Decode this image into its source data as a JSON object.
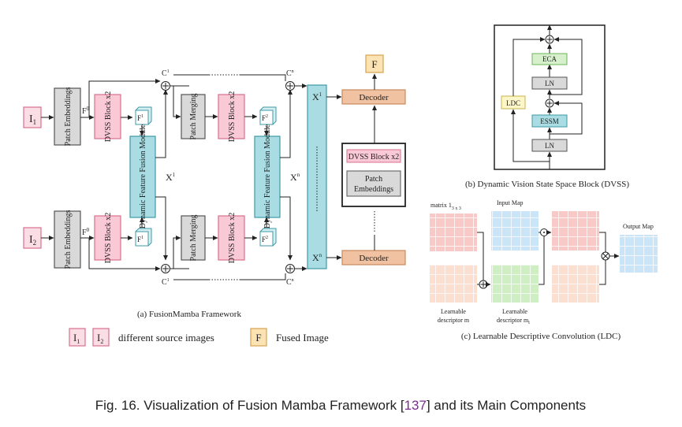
{
  "figure_caption": {
    "prefix": "Fig. 16.  Visualization of Fusion Mamba Framework [",
    "ref": "137",
    "suffix": "] and its Main Components",
    "ref_color": "#7b2d8e"
  },
  "panel_a": {
    "caption": "(a) FusionMamba Framework",
    "input1": {
      "main": "I",
      "sub": "1"
    },
    "input2": {
      "main": "I",
      "sub": "2"
    },
    "patch_embeddings": "Patch Embeddings",
    "f1_0": {
      "main": "F",
      "sup": "0",
      "sub": "1"
    },
    "f2_0": {
      "main": "F",
      "sup": "0",
      "sub": "2"
    },
    "dvss_block": "DVSS Block x2",
    "f1_1": {
      "main": "F",
      "sup": "1",
      "sub": "1"
    },
    "f2_1": {
      "main": "F",
      "sup": "1",
      "sub": "2"
    },
    "f1_2": {
      "main": "F",
      "sup": "2",
      "sub": "1"
    },
    "f2_2": {
      "main": "F",
      "sup": "2",
      "sub": "2"
    },
    "dffm": "Dynamic Feature Fusion Module",
    "patch_merging": "Patch Merging",
    "x1": {
      "main": "X",
      "sup": "1"
    },
    "xn": {
      "main": "X",
      "sup": "n"
    },
    "c1_1": {
      "main": "C",
      "sup": "1",
      "sub": "1"
    },
    "c1_n": {
      "main": "C",
      "sup": "n",
      "sub": "1"
    },
    "c2_1": {
      "main": "C",
      "sup": "1",
      "sub": "2"
    },
    "c2_n": {
      "main": "C",
      "sup": "n",
      "sub": "2"
    },
    "decoder": "Decoder",
    "fused_out": "F",
    "inner_dvss": "DVSS Block x2",
    "inner_patch": "Patch Embeddings"
  },
  "legend": {
    "i1": {
      "main": "I",
      "sub": "1"
    },
    "i2": {
      "main": "I",
      "sub": "2"
    },
    "source_label": "different source images",
    "f": "F",
    "fused_label": "Fused Image"
  },
  "panel_b": {
    "caption": "(b) Dynamic Vision State Space Block (DVSS)",
    "eca": "ECA",
    "ln": "LN",
    "essm": "ESSM",
    "ldc": "LDC"
  },
  "panel_c": {
    "caption": "(c) Learnable Descriptive Convolution (LDC)",
    "matrix_label": {
      "main": "matrix 1",
      "sub": "3 x 3"
    },
    "input_map": "Input Map",
    "output_map": "Output Map",
    "desc_m_line1": "Learnable",
    "desc_m_line2": {
      "main": "descriptor m"
    },
    "desc_mt_line1": "Learnable",
    "desc_mt_line2": {
      "main": "descriptor m",
      "sub": "t"
    }
  },
  "colors": {
    "pink_fill": "#f9c9d6",
    "pink_stroke": "#d9708e",
    "cyan_fill": "#a9dde3",
    "cyan_stroke": "#3f9aa6",
    "gray_fill": "#d9d9d9",
    "gray_stroke": "#555555",
    "orange_fill": "#f0c2a2",
    "orange_stroke": "#c98a5e",
    "yellow_fill": "#fbe3b3",
    "yellow_stroke": "#d6a350",
    "green_fill": "#d6f0cc",
    "green_stroke": "#6cb45a",
    "ldc_fill": "#fdf6c8",
    "ldc_stroke": "#c7b44c",
    "grid_pink": "#fbd7d6",
    "grid_peach": "#fce3d6",
    "grid_blue": "#cfe8f8",
    "grid_green": "#d5efcc"
  }
}
